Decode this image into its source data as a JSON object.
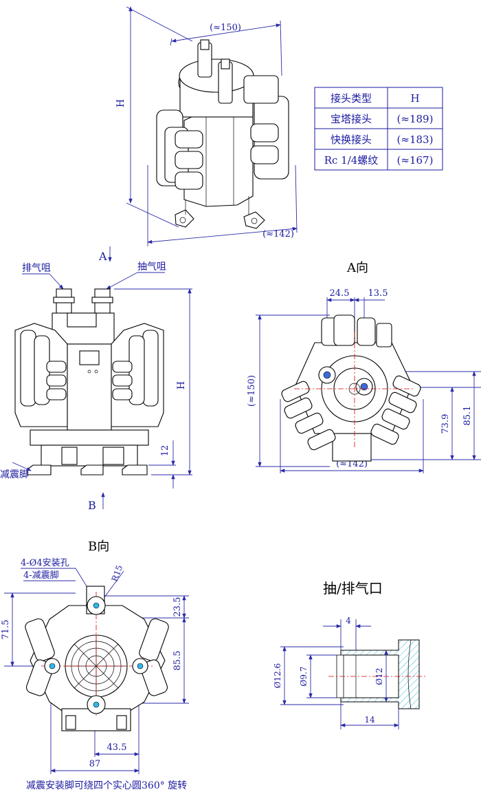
{
  "iso_view": {
    "dim_top": "(≈150)",
    "dim_height": "H",
    "dim_bottom": "(≈142)"
  },
  "table": {
    "header": [
      "接头类型",
      "H"
    ],
    "rows": [
      [
        "宝塔接头",
        "(≈189)"
      ],
      [
        "快换接头",
        "(≈183)"
      ],
      [
        "Rc 1/4螺纹",
        "(≈167)"
      ]
    ]
  },
  "front_view": {
    "arrow_a": "A",
    "arrow_b": "B",
    "exhaust_label": "排气咀",
    "suction_label": "抽气咀",
    "dim_height": "H",
    "dim_foot": "12",
    "damper_label": "减震脚"
  },
  "a_view": {
    "title": "A向",
    "dim_left": "24.5",
    "dim_right": "13.5",
    "dim_height": "(≈150)",
    "dim_width": "(≈142)",
    "dim_73": "73.9",
    "dim_85": "85.1"
  },
  "b_view": {
    "title": "B向",
    "hole_label": "4-Ø4安装孔",
    "foot_label": "4-减震脚",
    "radius_label": "R15",
    "dim_71": "71.5",
    "dim_23": "23.5",
    "dim_85": "85.5",
    "dim_43": "43.5",
    "dim_87": "87",
    "caption": "减震安装脚可绕四个实心圆360° 旋转"
  },
  "port_view": {
    "title": "抽/排气口",
    "dim_4": "4",
    "dim_126": "Ø12.6",
    "dim_97": "Ø9.7",
    "dim_12": "Ø12",
    "dim_14": "14"
  }
}
